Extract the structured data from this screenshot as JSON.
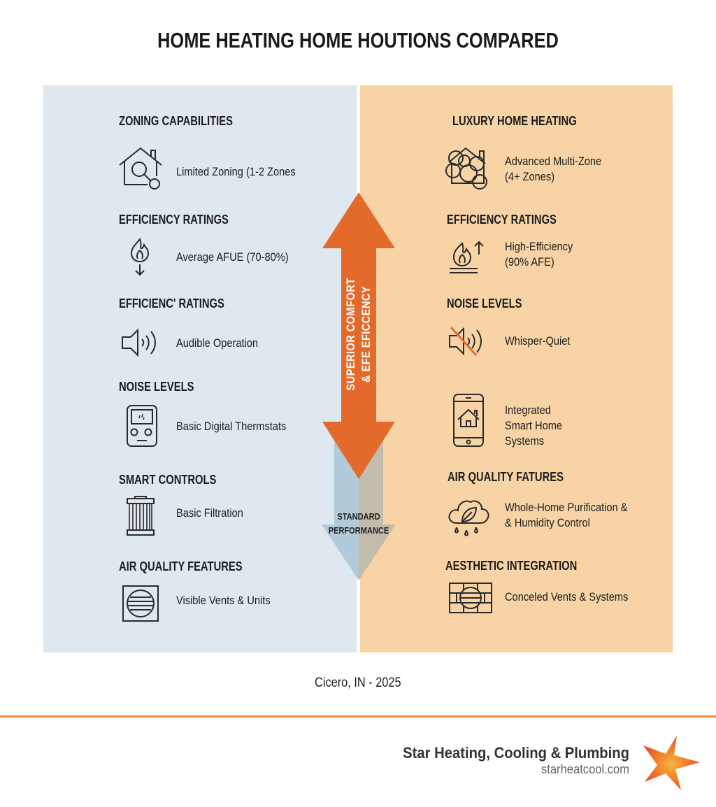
{
  "title": "HOME HEATING HOME HOUTIONS COMPARED",
  "colors": {
    "left_panel_bg": "#dfe7ef",
    "right_panel_bg": "#f7d3a6",
    "arrow_orange": "#e46a2c",
    "arrow_blue": "#b0c8d9",
    "accent_rule": "#f08a3c",
    "mute_slash": "#e07030"
  },
  "left": {
    "items": [
      {
        "heading": "ZONING CAPABILITIES",
        "label": "Limited Zoning (1-2 Zones",
        "icon": "house-search-icon"
      },
      {
        "heading": "EFFICIENCY RATINGS",
        "label": "Average AFUE (70-80%)",
        "icon": "flame-down-arrow-icon"
      },
      {
        "heading": "EFFICIENC' RATINGS",
        "label": "Audible Operation",
        "icon": "speaker-sound-icon"
      },
      {
        "heading": "NOISE LEVELS",
        "label": "Basic Digital Thermstats",
        "icon": "thermostat-icon"
      },
      {
        "heading": "SMART CONTROLS",
        "label": "Basic Filtration",
        "icon": "air-filter-icon"
      },
      {
        "heading": "AIR QUALITY FEATURES",
        "label": "Visible Vents & Units",
        "icon": "vent-grille-icon"
      }
    ]
  },
  "right": {
    "items": [
      {
        "heading": "LUXURY HOME HEATING",
        "label_lines": [
          "Advanced Multi-Zone",
          "(4+ Zones)"
        ],
        "icon": "house-multi-zone-icon"
      },
      {
        "heading": "EFFICIENCY RATINGS",
        "label_lines": [
          "High-Efficiency",
          "(90% AFE)"
        ],
        "icon": "flame-up-arrow-icon"
      },
      {
        "heading": "NOISE LEVELS",
        "label_lines": [
          "Whisper-Quiet"
        ],
        "icon": "speaker-muted-icon"
      },
      {
        "heading": "",
        "label_lines": [
          "Integrated",
          "Smart Home",
          "Systems"
        ],
        "icon": "smartphone-home-icon"
      },
      {
        "heading": "AIR QUALITY FATURES",
        "label_lines": [
          "Whole-Home Purification &",
          "& Humidity Control"
        ],
        "icon": "cloud-leaf-icon"
      },
      {
        "heading": "AESTHETIC INTEGRATION",
        "label_lines": [
          "Conceled Vents & Systems"
        ],
        "icon": "concealed-vent-icon"
      }
    ]
  },
  "arrow": {
    "up_text_lines": [
      "SUPERIOR COMFORT",
      "& EFE EFICCENCY"
    ],
    "down_text_lines": [
      "STANDARD",
      "PERFORMANCE"
    ]
  },
  "footer": {
    "caption": "Cicero, IN - 2025",
    "company": "Star Heating, Cooling & Plumbing",
    "website": "starheatcool.com",
    "logo_icon": "star-logo-icon"
  }
}
